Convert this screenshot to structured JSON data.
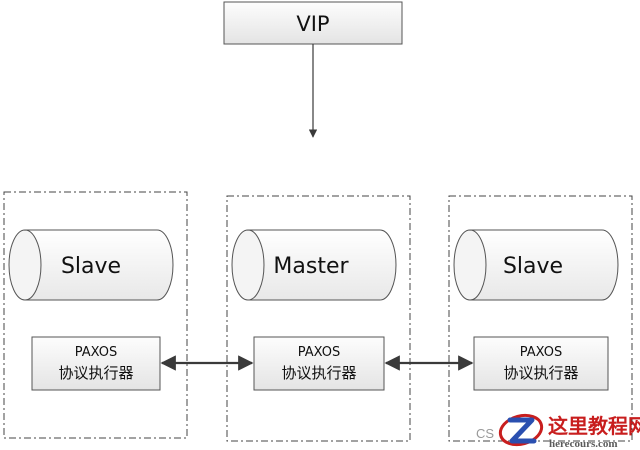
{
  "vip": {
    "label": "VIP"
  },
  "nodes": [
    {
      "db_label": "Slave",
      "paxos_line1": "PAXOS",
      "paxos_line2": "协议执行器"
    },
    {
      "db_label": "Master",
      "paxos_line1": "PAXOS",
      "paxos_line2": "协议执行器"
    },
    {
      "db_label": "Slave",
      "paxos_line1": "PAXOS",
      "paxos_line2": "协议执行器"
    }
  ],
  "watermark": {
    "prefix": "CS",
    "site_name": "这里教程网",
    "site_url": "herecours.com"
  },
  "colors": {
    "box_fill_top": "#fdfdfd",
    "box_fill_bottom": "#e4e4e4",
    "stroke": "#555555",
    "arrow": "#3a3a3a",
    "watermark_red": "#c81e1e",
    "watermark_blue": "#2a4fb0"
  }
}
